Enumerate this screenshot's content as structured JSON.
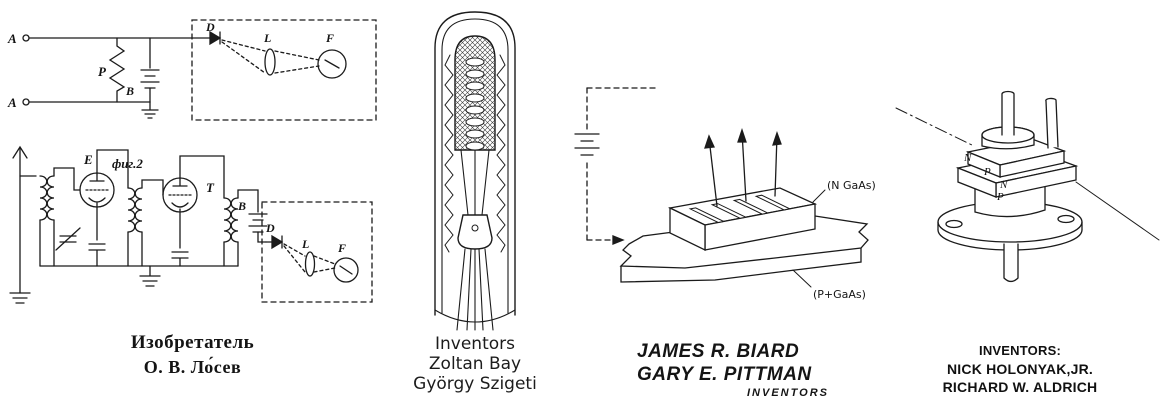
{
  "page": {
    "background": "#ffffff",
    "ink": "#1b1b1b"
  },
  "panels": {
    "losev": {
      "labels": {
        "a_top": "A",
        "a_bottom": "A",
        "p": "P",
        "b_top": "B",
        "d_top": "D",
        "l_top": "L",
        "f_top": "F",
        "e": "E",
        "fig": "фиг.2",
        "t": "T",
        "b_bottom": "B",
        "d_bottom": "D",
        "l_bottom": "L",
        "f_bottom": "F"
      },
      "caption": [
        "Изобретатель",
        "О. В. Ло́сев"
      ]
    },
    "bay_szigeti": {
      "caption": [
        "Inventors",
        "Zoltan Bay",
        "György Szigeti"
      ]
    },
    "biard_pittman": {
      "labels": {
        "n_gaas": "(N GaAs)",
        "p_gaas": "(P+GaAs)"
      },
      "caption": [
        "JAMES R. BIARD",
        "GARY E. PITTMAN"
      ],
      "caption_role": "INVENTORS"
    },
    "holonyak": {
      "labels": {
        "layer1": "N",
        "layer2": "P",
        "layer3": "N",
        "layer4": "P"
      },
      "caption": [
        "INVENTORS:",
        "NICK HOLONYAK,JR.",
        "RICHARD W. ALDRICH"
      ]
    }
  }
}
